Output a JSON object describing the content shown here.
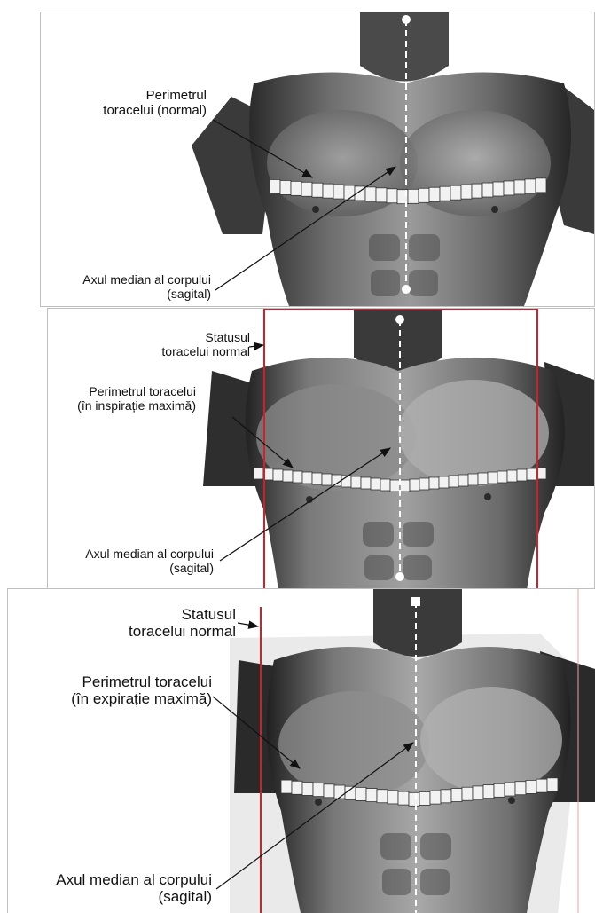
{
  "panels": [
    {
      "perimeter_label": [
        "Perimetrul",
        "toracelui (normal)"
      ],
      "axis_label": [
        "Axul median al corpului",
        "(sagital)"
      ]
    },
    {
      "status_label": [
        "Statusul",
        "toracelui normal"
      ],
      "perimeter_label": [
        "Perimetrul toracelui",
        "(în inspirație maximă)"
      ],
      "axis_label": [
        "Axul median al corpului",
        "(sagital)"
      ]
    },
    {
      "status_label": [
        "Statusul",
        "toracelui normal"
      ],
      "perimeter_label": [
        "Perimetrul toracelui",
        "(în expirație maximă)"
      ],
      "axis_label": [
        "Axul median al corpului",
        "(sagital)"
      ]
    }
  ],
  "colors": {
    "outline_normal": "#d0202a",
    "tape_fill": "#f2f2f2",
    "axis_line": "#ffffff",
    "text": "#111111"
  }
}
